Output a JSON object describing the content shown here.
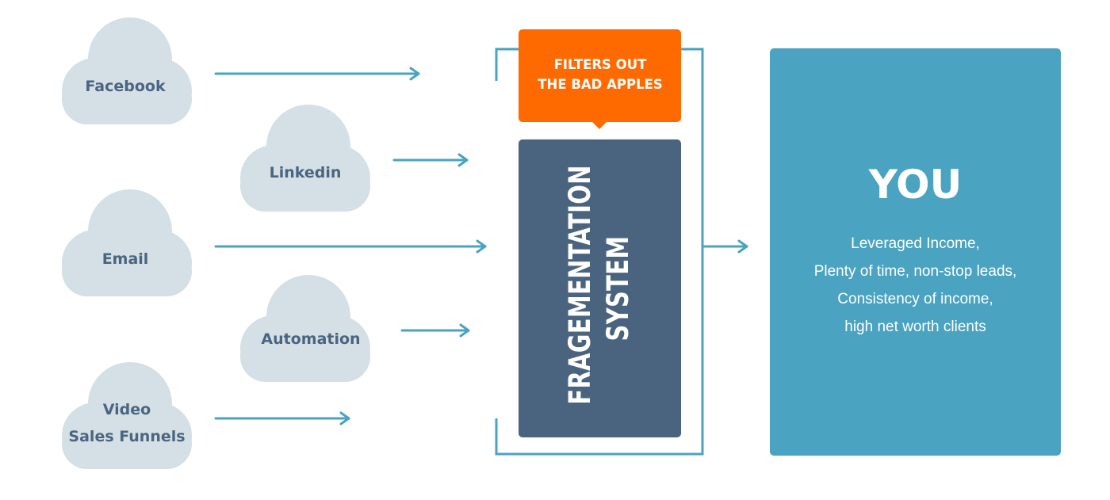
{
  "sources": [
    {
      "lines": [
        "Facebook"
      ]
    },
    {
      "lines": [
        "Linkedin"
      ]
    },
    {
      "lines": [
        "Email"
      ]
    },
    {
      "lines": [
        "Automation"
      ]
    },
    {
      "lines": [
        "Video",
        "Sales Funnels"
      ]
    }
  ],
  "filter_callout": {
    "lines": [
      "FILTERS OUT",
      "THE BAD APPLES"
    ]
  },
  "system": {
    "lines": [
      "FRAGEMENTATION",
      "SYSTEM"
    ]
  },
  "you": {
    "title": "YOU",
    "benefits": [
      "Leveraged Income,",
      "Plenty of time,  non-stop leads,",
      "Consistency of income,",
      "high net worth clients"
    ]
  },
  "colors": {
    "cloud": "#d4dfe6",
    "cloud_text": "#4a6580",
    "arrow": "#4aa3c1",
    "callout": "#ff6a00",
    "system_box": "#4a647f",
    "you_box": "#4aa3c1",
    "bracket": "#4aa3c1"
  }
}
